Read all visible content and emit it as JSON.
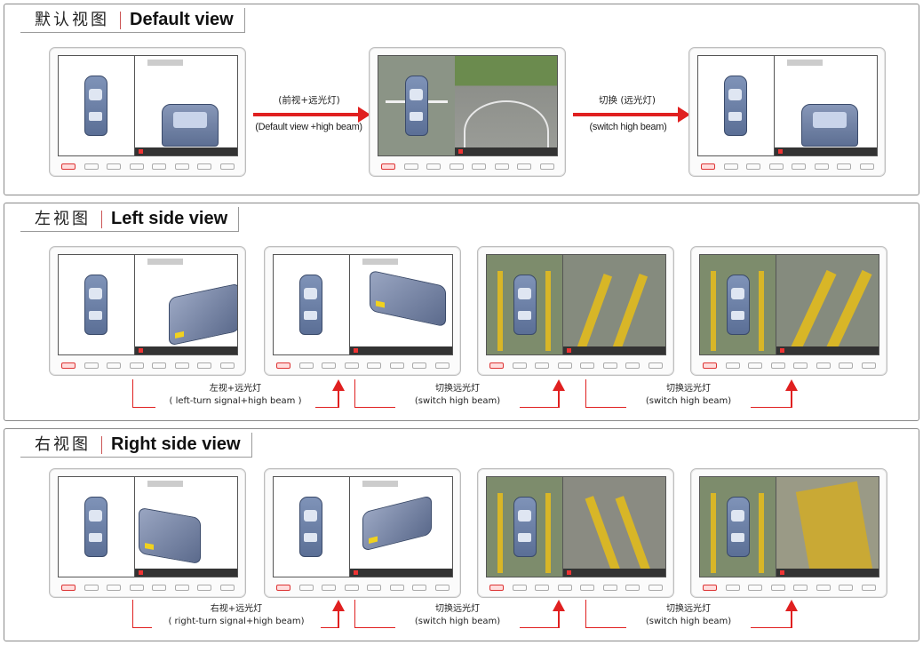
{
  "sections": [
    {
      "cn": "默认视图",
      "en": "Default view"
    },
    {
      "cn": "左视图",
      "en": "Left side view"
    },
    {
      "cn": "右视图",
      "en": "Right side view"
    }
  ],
  "default_arrows": [
    {
      "cn": "(前视+远光灯)",
      "en": "(Default view +high beam)"
    },
    {
      "cn": "切换 (远光灯)",
      "en": "(switch high beam)"
    }
  ],
  "left_transitions": [
    {
      "cn": "左视+远光灯",
      "en": "( left-turn signal+high beam )"
    },
    {
      "cn": "切换远光灯",
      "en": "(switch high beam)"
    },
    {
      "cn": "切换远光灯",
      "en": "(switch high beam)"
    }
  ],
  "right_transitions": [
    {
      "cn": "右视+远光灯",
      "en": "( right-turn signal+high beam)"
    },
    {
      "cn": "切换远光灯",
      "en": "(switch high beam)"
    },
    {
      "cn": "切换远光灯",
      "en": "(switch high beam)"
    }
  ],
  "colors": {
    "arrow": "#e02020",
    "frame": "#8a8a8a"
  }
}
